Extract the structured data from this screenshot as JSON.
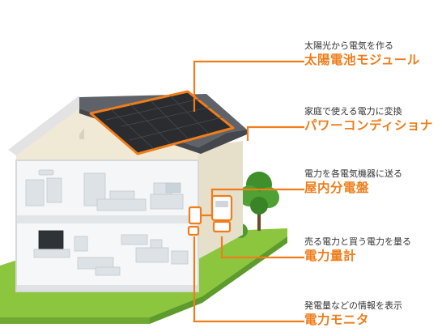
{
  "accent_color": "#ef7d1b",
  "labels": [
    {
      "sub": "太陽光から電気を作る",
      "main": "太陽電池モジュール"
    },
    {
      "sub": "家庭で使える電力に変換",
      "main": "パワーコンディショナ"
    },
    {
      "sub": "電力を各電気機器に送る",
      "main": "屋内分電盤"
    },
    {
      "sub": "売る電力と買う電力を量る",
      "main": "電力量計"
    },
    {
      "sub": "発電量などの情報を表示",
      "main": "電力モニタ"
    }
  ]
}
